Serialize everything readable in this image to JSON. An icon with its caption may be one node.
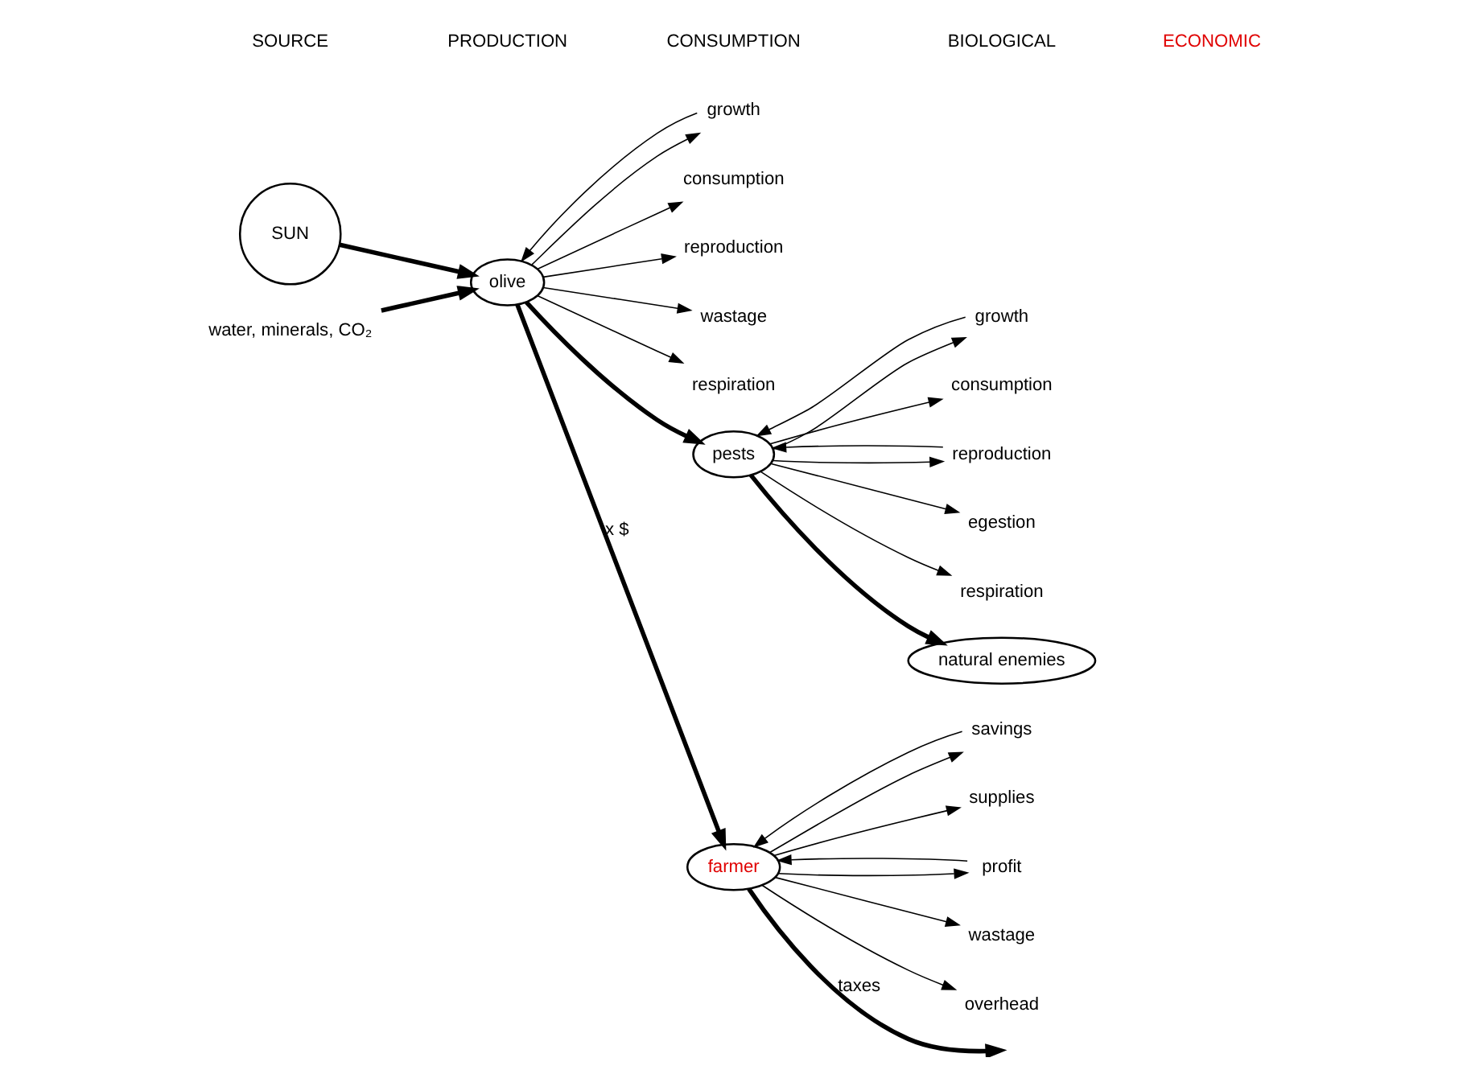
{
  "diagram": {
    "nodes": [
      {
        "text": [
          "SUN"
        ]
      },
      {
        "text": [
          "water, minerals, CO₂"
        ]
      },
      {
        "text": [
          "olive"
        ]
      },
      {
        "text": [
          "growth"
        ]
      },
      {
        "text": [
          "consumption"
        ]
      },
      {
        "text": [
          "reproduction"
        ]
      },
      {
        "text": [
          "wastage"
        ]
      },
      {
        "text": [
          "respiration"
        ]
      },
      {
        "text": [
          "pests"
        ]
      },
      {
        "text": [
          "growth"
        ]
      },
      {
        "text": [
          "consumption"
        ]
      },
      {
        "text": [
          "reproduction"
        ]
      },
      {
        "text": [
          "egestion"
        ]
      },
      {
        "text": [
          "respiration"
        ]
      },
      {
        "text": [
          "natural enemies"
        ]
      },
      {
        "text": [
          "farmer"
        ]
      },
      {
        "text": [
          "savings"
        ]
      },
      {
        "text": [
          "supplies"
        ]
      },
      {
        "text": [
          "profit"
        ]
      },
      {
        "text": [
          "wastage"
        ]
      },
      {
        "text": [
          "overhead"
        ]
      }
    ],
    "edges": [
      {
        "from": 0,
        "to": 2,
        "arrow": "to",
        "style": "thick"
      },
      {
        "from": 1,
        "to": 2,
        "arrow": "to",
        "style": "thick"
      },
      {
        "from": 2,
        "to": 3,
        "arrow": "to"
      },
      {
        "from": 3,
        "to": 2,
        "arrow": "to"
      },
      {
        "from": 2,
        "to": 4,
        "arrow": "to"
      },
      {
        "from": 2,
        "to": 5,
        "arrow": "to"
      },
      {
        "from": 2,
        "to": 6,
        "arrow": "to"
      },
      {
        "from": 2,
        "to": 7,
        "arrow": "to"
      },
      {
        "from": 2,
        "to": 8,
        "arrow": "to",
        "style": "thick"
      },
      {
        "from": 8,
        "to": 9,
        "arrow": "to"
      },
      {
        "from": 9,
        "to": 8,
        "arrow": "to"
      },
      {
        "from": 8,
        "to": 10,
        "arrow": "to"
      },
      {
        "from": 8,
        "to": 11,
        "arrow": "to"
      },
      {
        "from": 11,
        "to": 8,
        "arrow": "to"
      },
      {
        "from": 8,
        "to": 12,
        "arrow": "to"
      },
      {
        "from": 8,
        "to": 13,
        "arrow": "to"
      },
      {
        "from": 8,
        "to": 14,
        "arrow": "to",
        "style": "thick"
      },
      {
        "from": 2,
        "to": 15,
        "arrow": "to",
        "style": "thick",
        "label": "x $"
      },
      {
        "from": 15,
        "to": 16,
        "arrow": "to"
      },
      {
        "from": 16,
        "to": 15,
        "arrow": "to"
      },
      {
        "from": 15,
        "to": null,
        "arrow": "to",
        "style": "thick",
        "label": "taxes"
      },
      {
        "from": 15,
        "to": 17,
        "arrow": "to"
      },
      {
        "from": 15,
        "to": 18,
        "arrow": "to"
      },
      {
        "from": 18,
        "to": 15,
        "arrow": "to"
      },
      {
        "from": 15,
        "to": 19,
        "arrow": "to"
      },
      {
        "from": 15,
        "to": 20,
        "arrow": "to"
      }
    ],
    "labels": [
      "SOURCE",
      "PRODUCTION",
      "CONSUMPTION",
      "BIOLOGICAL",
      "ECONOMIC"
    ]
  }
}
